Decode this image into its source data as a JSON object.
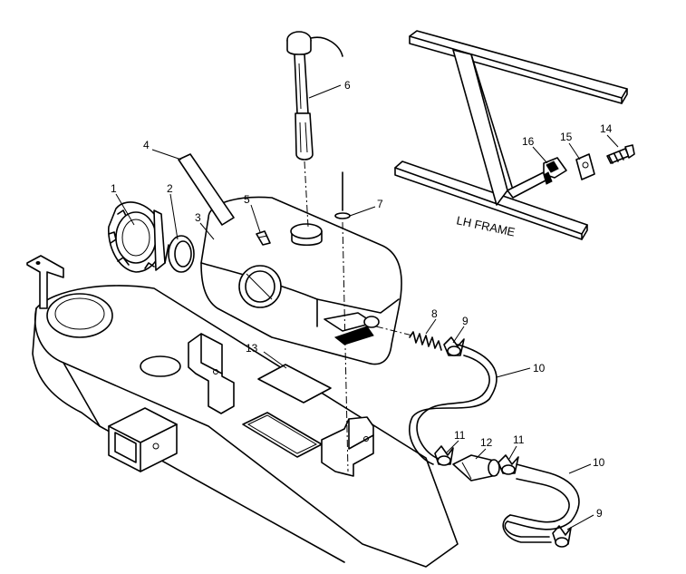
{
  "frame_label": "LH FRAME",
  "callouts": [
    "1",
    "2",
    "3",
    "4",
    "5",
    "6",
    "7",
    "8",
    "9",
    "10",
    "11",
    "12",
    "11",
    "10",
    "9",
    "13",
    "14",
    "15",
    "16"
  ]
}
